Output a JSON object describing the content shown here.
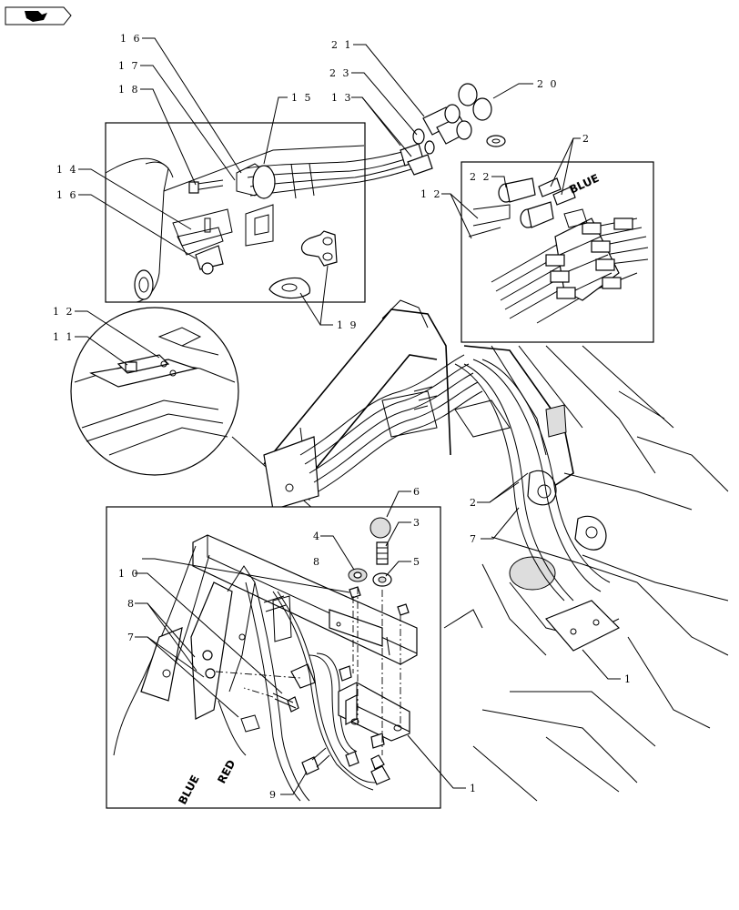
{
  "callouts": {
    "c21": "2 1",
    "c23": "2 3",
    "c20": "2 0",
    "c13": "1 3",
    "c15": "1 5",
    "c16a": "1 6",
    "c17": "1 7",
    "c18": "1 8",
    "c14": "1 4",
    "c16b": "1 6",
    "c2a": "2",
    "c22": "2 2",
    "c12a": "1 2",
    "c12b": "1 2",
    "c11": "1 1",
    "c19": "1 9",
    "c6": "6",
    "c3": "3",
    "c4": "4",
    "c5": "5",
    "c8a": "8",
    "c10": "1 0",
    "c8b": "8",
    "c7a": "7",
    "c2b": "2",
    "c7b": "7",
    "c1a": "1",
    "c1b": "1",
    "c9": "9"
  },
  "wire_labels": {
    "blue_tag": "BLUE",
    "blue": "BLUE",
    "red": "RED"
  },
  "icons": {
    "nav": "arrow-icon"
  }
}
